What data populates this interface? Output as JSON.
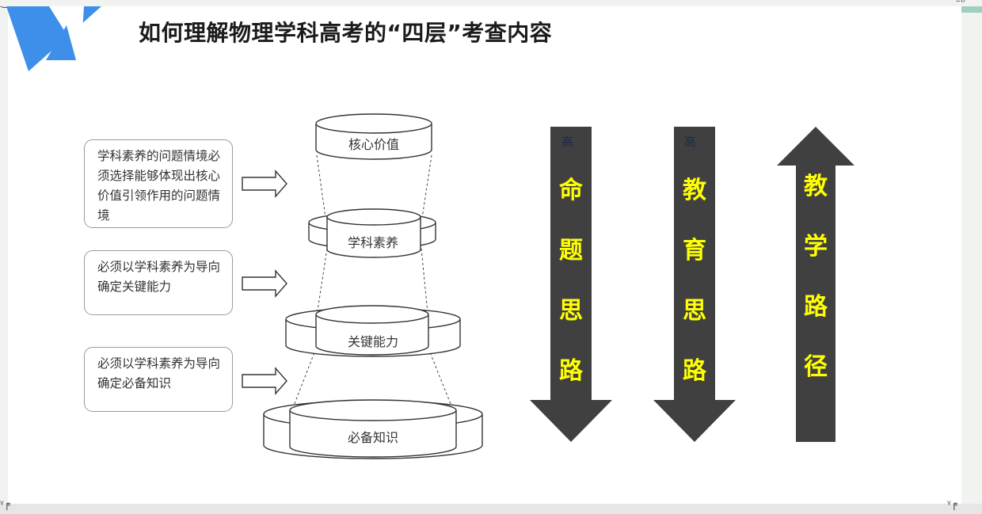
{
  "title": "如何理解物理学科高考的“四层”考查内容",
  "notes": [
    "学科素养的问题情境必须选择能够体现出核心价值引领作用的问题情境",
    "必须以学科素养为导向确定关键能力",
    "必须以学科素养为导向确定必备知识"
  ],
  "tiers": [
    "核心价值",
    "学科素养",
    "关键能力",
    "必备知识"
  ],
  "arrows": [
    {
      "direction": "down",
      "faint": "高",
      "chars": [
        "命",
        "题",
        "思",
        "路"
      ]
    },
    {
      "direction": "down",
      "faint": "高",
      "chars": [
        "教",
        "育",
        "思",
        "路"
      ]
    },
    {
      "direction": "up",
      "chars": [
        "教",
        "学",
        "路",
        "径"
      ]
    }
  ],
  "colors": {
    "arrow_fill": "#404040",
    "arrow_text": "#ffff00",
    "logo": "#3d8fe9"
  }
}
